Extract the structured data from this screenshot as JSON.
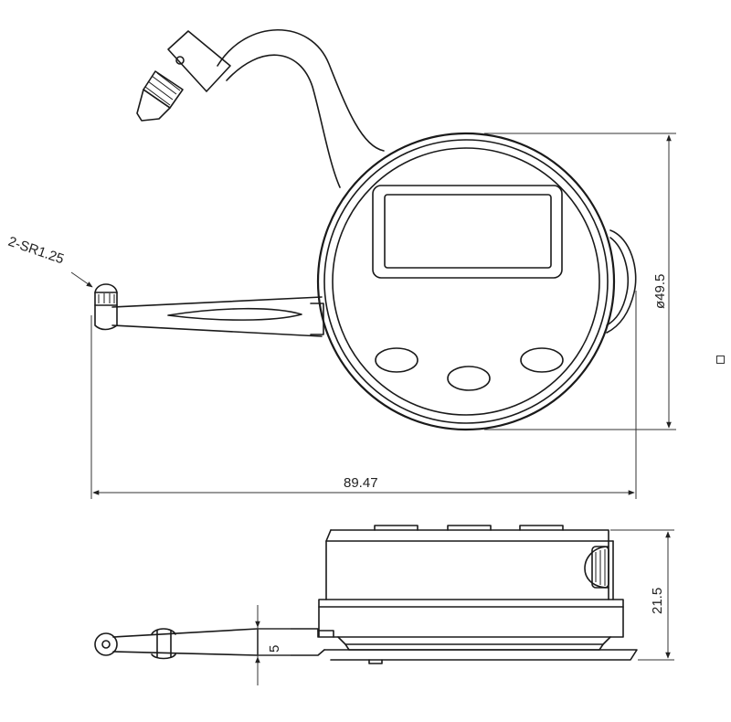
{
  "diagram": {
    "annotations": {
      "ball_radius": "2-SR1.25",
      "width": "89.47",
      "diameter": "ø49.5",
      "thickness": "5",
      "height": "21.5"
    }
  }
}
